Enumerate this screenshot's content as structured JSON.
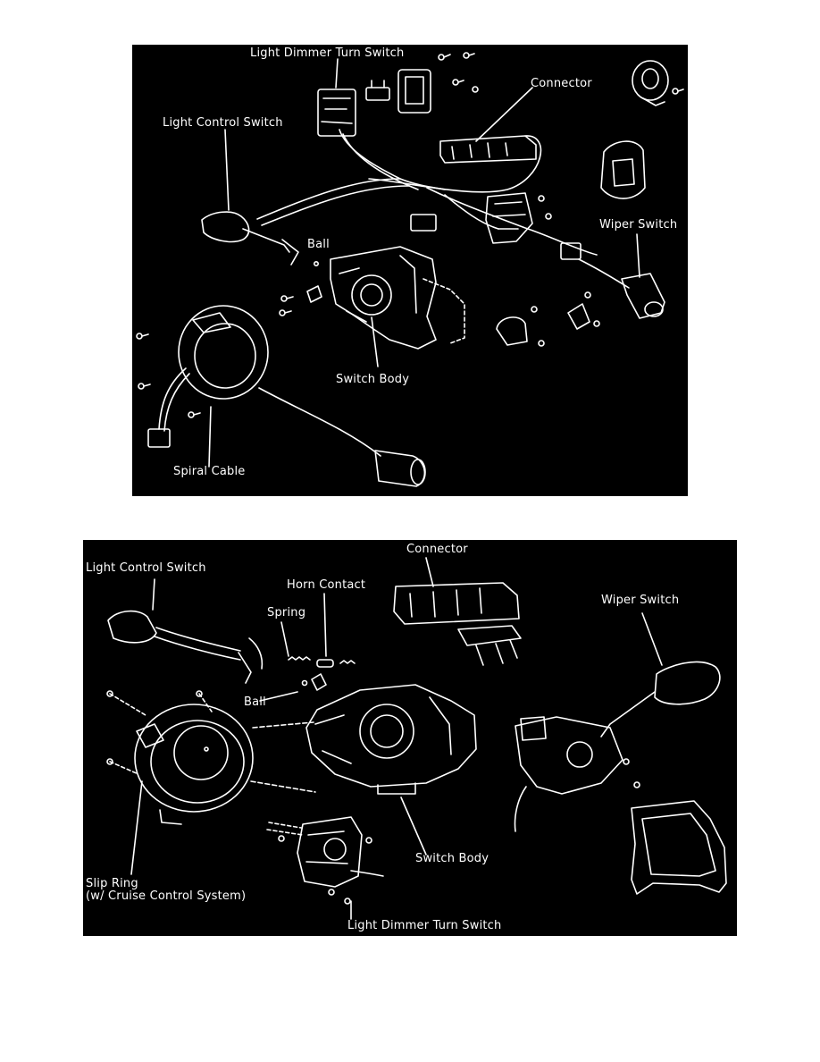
{
  "figure1": {
    "labels": {
      "light_dimmer_turn_switch": "Light Dimmer Turn Switch",
      "connector": "Connector",
      "light_control_switch": "Light Control Switch",
      "wiper_switch": "Wiper Switch",
      "ball": "Ball",
      "switch_body": "Switch Body",
      "spiral_cable": "Spiral Cable"
    }
  },
  "figure2": {
    "labels": {
      "connector": "Connector",
      "light_control_switch": "Light Control Switch",
      "horn_contact": "Horn Contact",
      "spring": "Spring",
      "wiper_switch": "Wiper Switch",
      "ball": "Ball",
      "switch_body": "Switch Body",
      "slip_ring_line1": "Slip Ring",
      "slip_ring_line2": "(w/ Cruise Control System)",
      "light_dimmer_turn_switch": "Light Dimmer Turn Switch"
    }
  },
  "colors": {
    "background": "#000000",
    "line_art": "#ffffff",
    "page": "#ffffff"
  }
}
